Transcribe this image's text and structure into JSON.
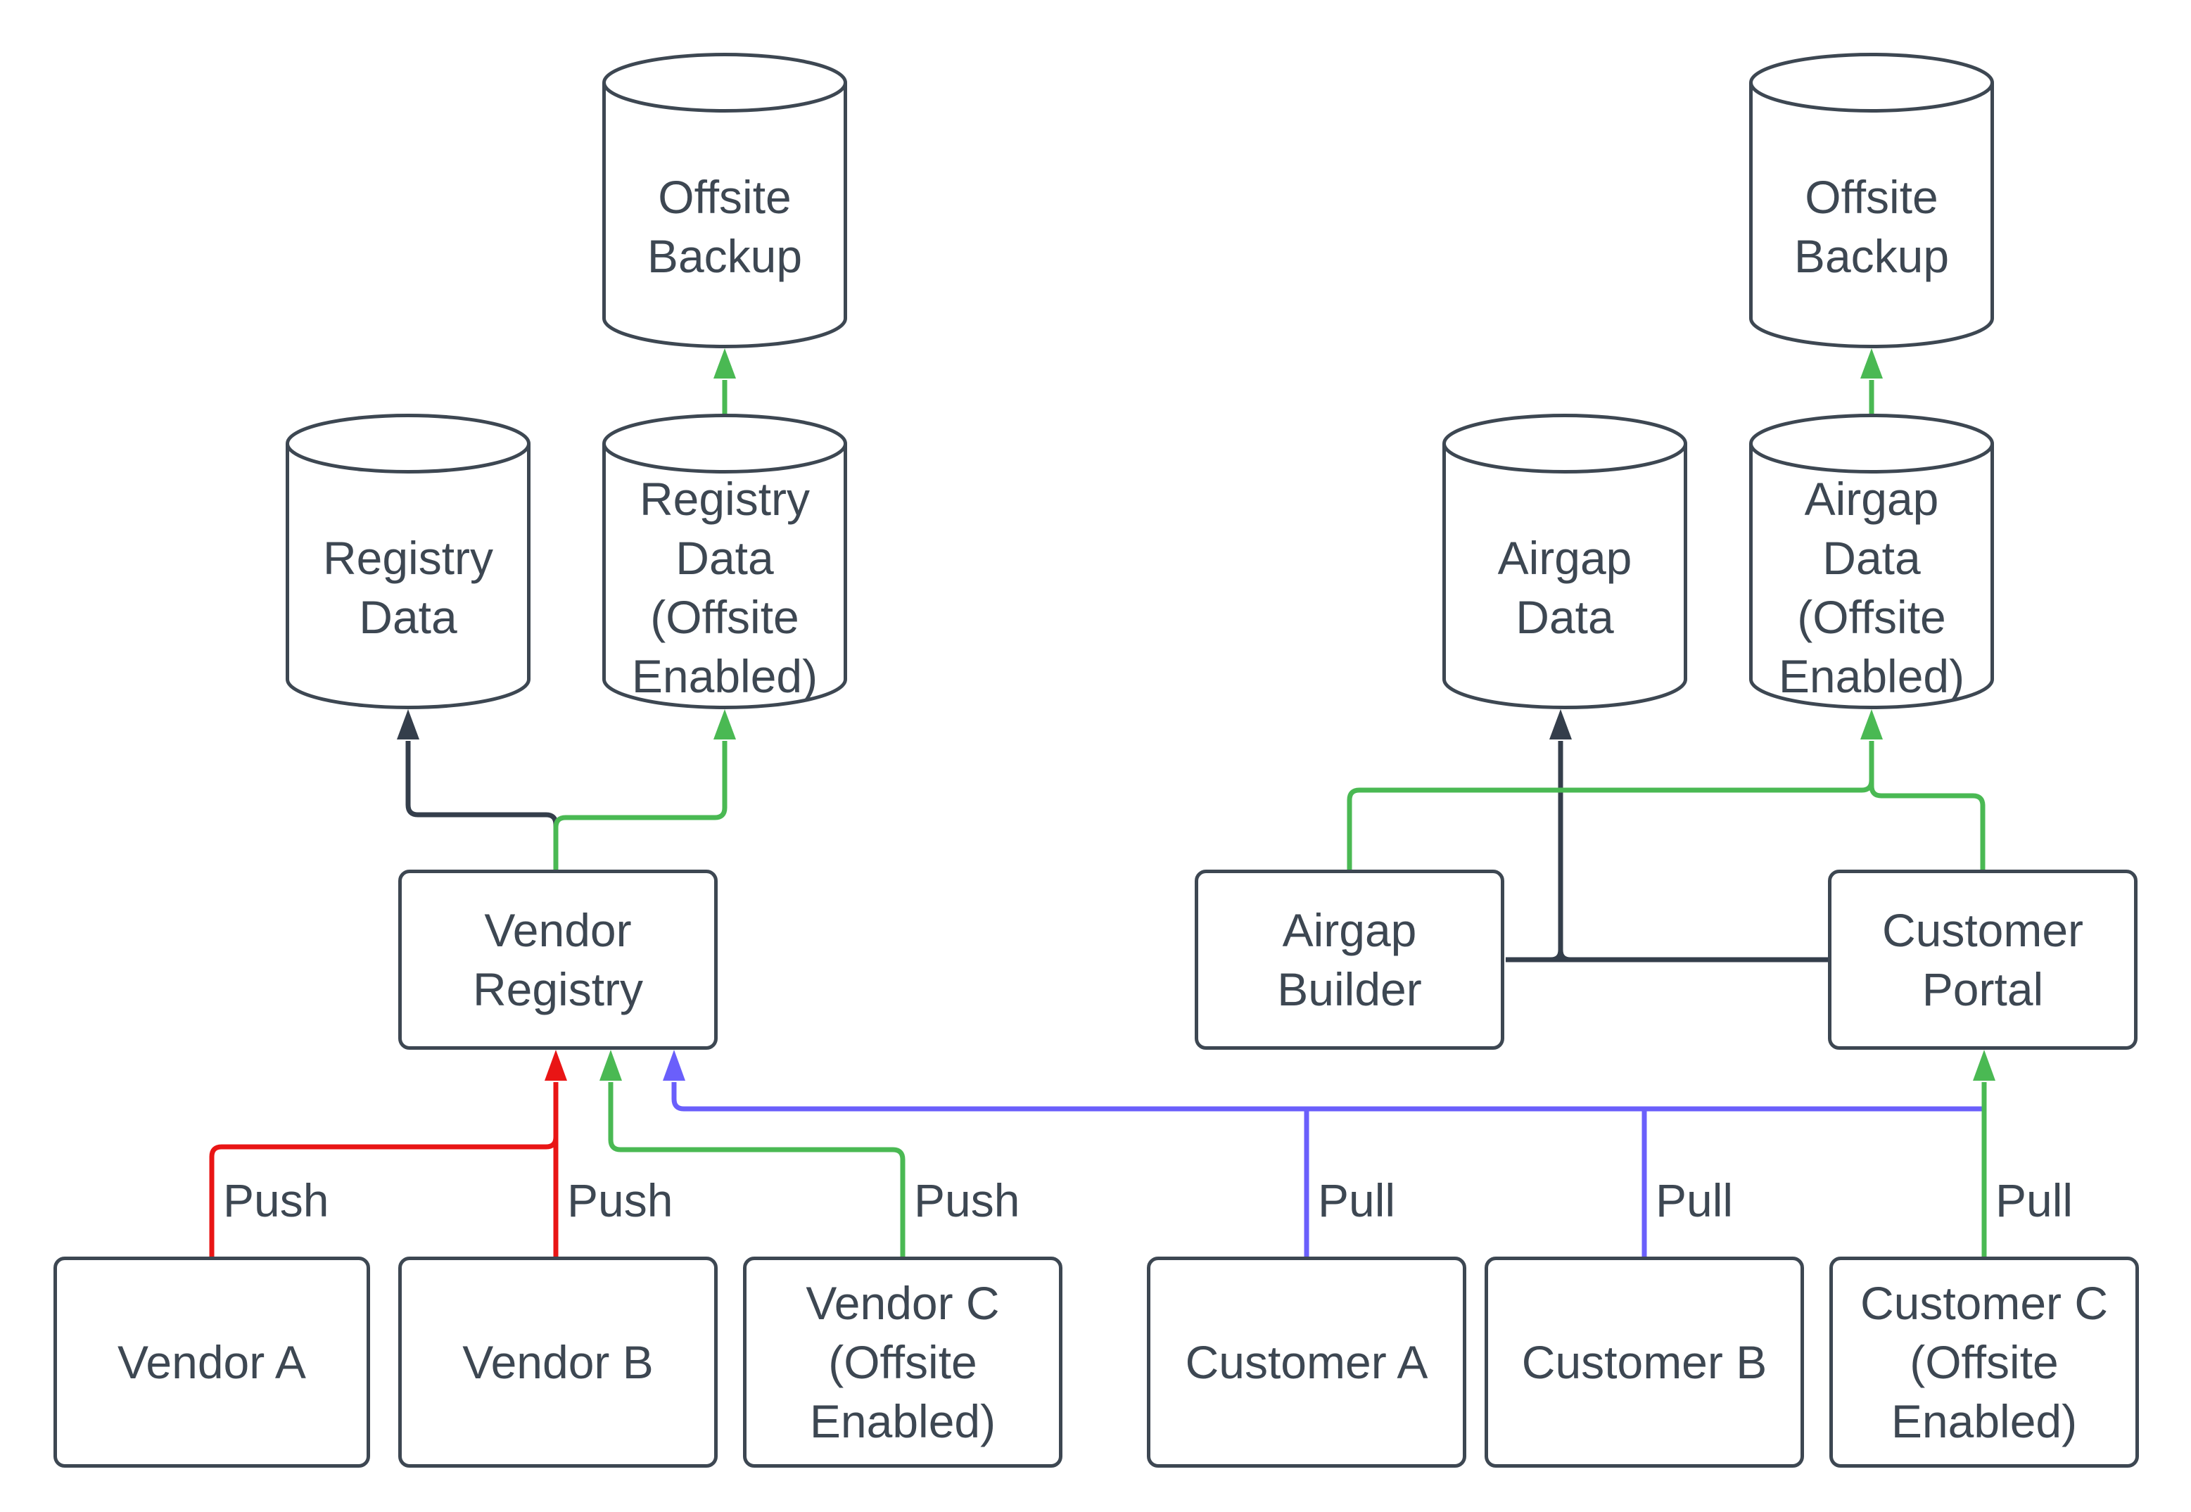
{
  "palette": {
    "red": "#e91515",
    "green": "#4ab953",
    "blue": "#6a5ffb",
    "dark": "#343e4b",
    "shape": "#3d4752",
    "text": "#3d4752",
    "background": "#ffffff"
  },
  "nodes": {
    "offsite_backup_left": {
      "label": "Offsite Backup",
      "lines": [
        "Offsite",
        "Backup"
      ]
    },
    "offsite_backup_right": {
      "label": "Offsite Backup",
      "lines": [
        "Offsite",
        "Backup"
      ]
    },
    "registry_data": {
      "label": "Registry Data",
      "lines": [
        "Registry",
        "Data"
      ]
    },
    "registry_data_offsite": {
      "label": "Registry Data (Offsite Enabled)",
      "lines": [
        "Registry",
        "Data",
        "(Offsite",
        "Enabled)"
      ]
    },
    "airgap_data": {
      "label": "Airgap Data",
      "lines": [
        "Airgap",
        "Data"
      ]
    },
    "airgap_data_offsite": {
      "label": "Airgap Data (Offsite Enabled)",
      "lines": [
        "Airgap",
        "Data",
        "(Offsite",
        "Enabled)"
      ]
    },
    "vendor_registry": {
      "label": "Vendor Registry",
      "lines": [
        "Vendor",
        "Registry"
      ]
    },
    "airgap_builder": {
      "label": "Airgap Builder",
      "lines": [
        "Airgap",
        "Builder"
      ]
    },
    "customer_portal": {
      "label": "Customer Portal",
      "lines": [
        "Customer",
        "Portal"
      ]
    },
    "vendor_a": {
      "label": "Vendor A",
      "lines": [
        "Vendor A"
      ]
    },
    "vendor_b": {
      "label": "Vendor B",
      "lines": [
        "Vendor B"
      ]
    },
    "vendor_c_offsite": {
      "label": "Vendor C (Offsite Enabled)",
      "lines": [
        "Vendor C",
        "(Offsite",
        "Enabled)"
      ]
    },
    "customer_a": {
      "label": "Customer A",
      "lines": [
        "Customer A"
      ]
    },
    "customer_b": {
      "label": "Customer B",
      "lines": [
        "Customer B"
      ]
    },
    "customer_c_offsite": {
      "label": "Customer C (Offsite Enabled)",
      "lines": [
        "Customer C",
        "(Offsite",
        "Enabled)"
      ]
    }
  },
  "edge_labels": {
    "push_a": "Push",
    "push_b": "Push",
    "push_c": "Push",
    "pull_a": "Pull",
    "pull_b": "Pull",
    "pull_c": "Pull"
  },
  "edges": [
    {
      "from": "Vendor A",
      "to": "Vendor Registry",
      "label": "Push",
      "color": "red"
    },
    {
      "from": "Vendor B",
      "to": "Vendor Registry",
      "label": "Push",
      "color": "red"
    },
    {
      "from": "Vendor C (Offsite Enabled)",
      "to": "Vendor Registry",
      "label": "Push",
      "color": "green"
    },
    {
      "from": "Vendor Registry",
      "to": "Registry Data",
      "color": "dark"
    },
    {
      "from": "Vendor Registry",
      "to": "Registry Data (Offsite Enabled)",
      "color": "green"
    },
    {
      "from": "Registry Data (Offsite Enabled)",
      "to": "Offsite Backup",
      "color": "green"
    },
    {
      "from": "Customer A",
      "to": "Customer Portal",
      "label": "Pull",
      "color": "blue"
    },
    {
      "from": "Customer B",
      "to": "Customer Portal",
      "label": "Pull",
      "color": "blue"
    },
    {
      "from": "Customer Portal",
      "to": "Vendor Registry",
      "color": "blue"
    },
    {
      "from": "Customer C (Offsite Enabled)",
      "to": "Customer Portal",
      "label": "Pull",
      "color": "green"
    },
    {
      "from": "Airgap Builder",
      "to": "Airgap Data",
      "color": "dark"
    },
    {
      "from": "Customer Portal",
      "to": "Airgap Data",
      "color": "dark"
    },
    {
      "from": "Airgap Builder",
      "to": "Airgap Data (Offsite Enabled)",
      "color": "green"
    },
    {
      "from": "Customer Portal",
      "to": "Airgap Data (Offsite Enabled)",
      "color": "green"
    },
    {
      "from": "Airgap Data (Offsite Enabled)",
      "to": "Offsite Backup",
      "color": "green"
    }
  ]
}
